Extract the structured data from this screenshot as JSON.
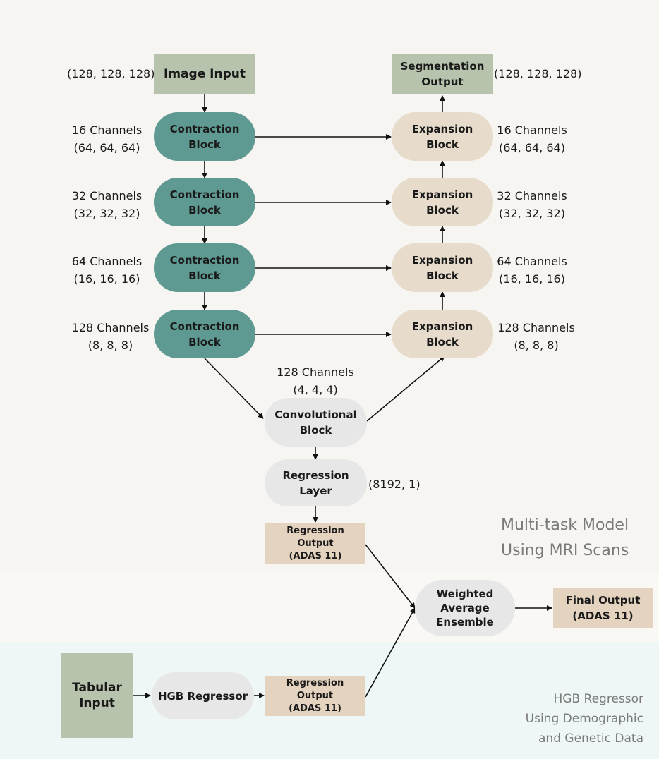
{
  "nodes": {
    "image_input": "Image Input",
    "segmentation_output": "Segmentation\nOutput",
    "contraction_block": "Contraction\nBlock",
    "expansion_block": "Expansion\nBlock",
    "convolutional_block": "Convolutional\nBlock",
    "regression_layer": "Regression\nLayer",
    "regression_output": "Regression Output\n(ADAS 11)",
    "weighted_average_ensemble": "Weighted\nAverage\nEnsemble",
    "final_output": "Final Output\n(ADAS 11)",
    "tabular_input": "Tabular\nInput",
    "hgb_regressor": "HGB Regressor"
  },
  "labels": {
    "image_input_shape": "(128, 128, 128)",
    "segmentation_output_shape": "(128, 128, 128)",
    "level1": "16 Channels\n(64, 64, 64)",
    "level2": "32 Channels\n(32, 32, 32)",
    "level3": "64 Channels\n(16, 16, 16)",
    "level4": "128 Channels\n(8, 8, 8)",
    "bottleneck": "128 Channels\n(4, 4, 4)",
    "regression_layer_shape": "(8192, 1)"
  },
  "section_titles": {
    "mri": "Multi-task Model\nUsing MRI Scans",
    "tabular": "HGB Regressor\nUsing Demographic\nand Genetic Data"
  },
  "colors": {
    "contraction": "#5f9a92",
    "expansion": "#e7dccb",
    "input_box": "#b7c3ad",
    "output_box": "#e4d3bf",
    "neutral_pill": "#e7e7e7",
    "tabular_panel": "#eef6f6"
  }
}
